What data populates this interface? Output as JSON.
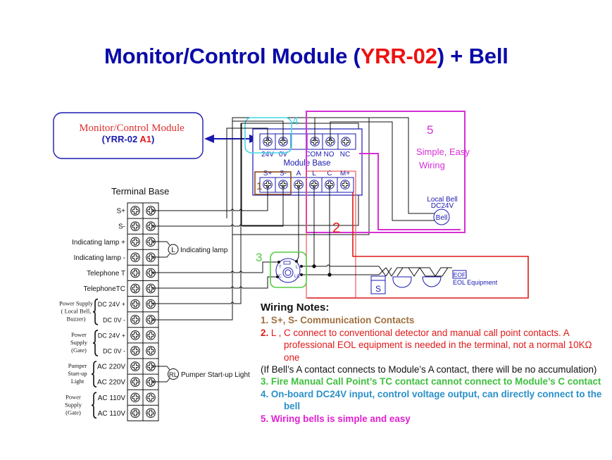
{
  "title": {
    "prefix": "Monitor/Control Module (",
    "model": "YRR-02",
    "suffix": ") + Bell"
  },
  "colors": {
    "title_blue": "#0a0aa8",
    "red": "#ee1111",
    "module_blue": "#1a1ab0",
    "cyan_group": "#44d8e8",
    "magenta_group": "#d630d6",
    "red_group": "#e01818",
    "green_group": "#55cc44",
    "brown_group": "#8a4a20"
  },
  "monitor_box": {
    "line1": "Monitor/Control Module",
    "line2_model": "YRR-02",
    "line2_addr": "A1"
  },
  "module_base": {
    "label": "Module Base",
    "top_terminals": [
      "24V",
      "0V",
      "COM",
      "NO",
      "NC"
    ],
    "bottom_terminals": [
      "S+",
      "S-",
      "A",
      "L",
      "C",
      "M+"
    ]
  },
  "groups": {
    "g1": "1",
    "g2": "2",
    "g3": "3",
    "g4": "4",
    "g5": "5",
    "g5_text1": "Simple, Easy",
    "g5_text2": "Wiring"
  },
  "bell": {
    "label1": "Local Bell",
    "label2": "DC24V",
    "symbol": "Bell"
  },
  "terminal_base": {
    "title": "Terminal Base",
    "rows": [
      "S+",
      "S-",
      "Indicating lamp +",
      "Indicating lamp  -",
      "Telephone   T",
      "TelephoneTC",
      "DC 24V +",
      "DC  0V -",
      "DC 24V +",
      "DC  0V -",
      "AC 220V",
      "AC 220V",
      "AC 110V",
      "AC 110V"
    ],
    "group_labels": [
      [
        "Power Supply",
        "( Local Bell,",
        "Buzzer)"
      ],
      [
        "Power",
        "Supply",
        "(Gate)"
      ],
      [
        "Pumper",
        "Start-up",
        "Light"
      ],
      [
        "Power",
        "Supply",
        "(Gate)"
      ]
    ]
  },
  "indicating_lamp": {
    "symbol": "L",
    "label": "Indicating lamp"
  },
  "pumper_light": {
    "symbol": "RL",
    "label": "Pumper Start-up Light"
  },
  "call_point": {
    "t": "T",
    "l": "L",
    "tc": "TC",
    "lc": "LC"
  },
  "detectors": {
    "smoke_symbol": "S",
    "eol_box": "EOF",
    "eol_label": "EOL Equipment"
  },
  "notes": {
    "heading": "Wiring Notes:",
    "n1": "1. S+, S- Communication Contacts",
    "n2_num": "2.",
    "n2_text": " L , C connect to conventional detector and manual call point contacts. A professional EOL equipment is needed in the terminal, not a normal 10KΩ one",
    "n2b": "(If Bell’s A contact connects to Module’s A contact, there will be no accumulation)",
    "n3": "3. Fire Manual Call Point’s TC contact cannot connect to Module’s C contact",
    "n4": "4. On-board DC24V input, control voltage output, can directly connect to the bell",
    "n5": "5. Wiring bells is simple and easy"
  }
}
